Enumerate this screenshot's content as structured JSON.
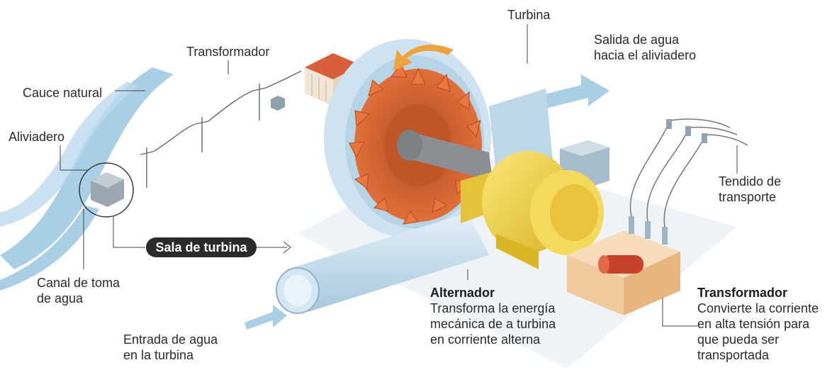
{
  "labels": {
    "turbina": "Turbina",
    "salida": "Salida de agua\nhacia el aliviadero",
    "transformador_top": "Transformador",
    "cauce": "Cauce natural",
    "aliviadero": "Aliviadero",
    "tendido": "Tendido de\ntransporte",
    "sala": "Sala de turbina",
    "canal": "Canal de toma\nde agua",
    "entrada": "Entrada de agua\nen la turbina"
  },
  "callouts": {
    "alternador": {
      "title": "Alternador",
      "text": "Transforma la energía\nmecánica de a turbina\nen corriente alterna"
    },
    "transformador": {
      "title": "Transformador",
      "text": "Convierte la corriente\nen alta tensión para\nque pueda ser\ntransportada"
    }
  },
  "colors": {
    "water": "#a9cfe6",
    "turbine": "#d9652f",
    "alternator": "#f0d24a",
    "housing": "#cfe2f0",
    "roof": "#d75f3a",
    "box": "#f2c99c"
  }
}
